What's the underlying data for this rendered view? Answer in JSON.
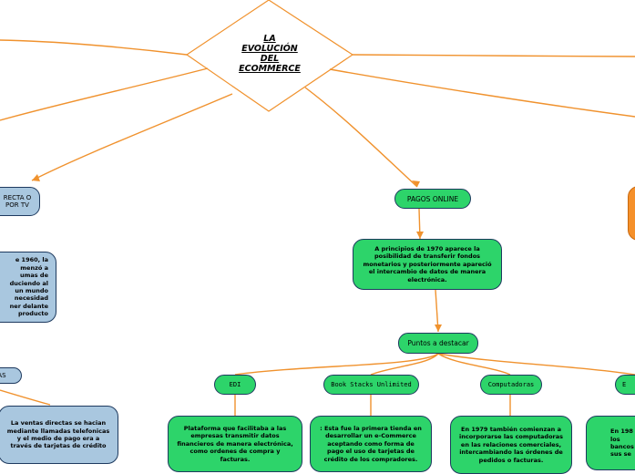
{
  "title_lines": [
    "LA",
    "EVOLUCIÓN",
    "DEL",
    "ECOMMERCE"
  ],
  "colors": {
    "connector": "#f0922e",
    "node_green": "#2dd46a",
    "node_blue": "#a9c7df",
    "node_orange": "#f5902a",
    "node_border": "#1e3a5f"
  },
  "nodes": {
    "venta_directa": "RECTA O\nPOR TV",
    "venta_directa_desc": "e 1960, la\nmenzó a\numas de\nduciendo al\nun mundo\nnecesidad\nner delante\nproducto",
    "ventas_label": "AS",
    "ventas_desc": "La ventas directas se hacian mediante llamadas telefonicas y el medio de pago era a través de tarjetas de crédito",
    "pagos_online": "PAGOS ONLINE",
    "pagos_desc": "A principios de 1970 aparece la posibilidad de transferir fondos monetarios y posteriormente apareció el intercambio de datos de manera electrónica.",
    "puntos_destacar": "Puntos a destacar",
    "edi": "EDI",
    "edi_desc": "Plataforma que facilitaba a las empresas transmitir datos financieros de manera electrónica, como ordenes de compra y facturas.",
    "book_stacks": "Book Stacks Unlimited",
    "book_desc": ": Esta fue la primera tienda en desarrollar un e-Commerce aceptando como forma de pago el uso de tarjetas de crédito de los compradores.",
    "computadoras": "Computadoras",
    "computadoras_desc": "En 1979 también comienzan a incorporarse las computadoras en las relaciones comerciales, intercambiando las órdenes de pedidos o facturas.",
    "right_label": "E",
    "right_desc": "En 198\nlos \nbancos \nsus se"
  }
}
